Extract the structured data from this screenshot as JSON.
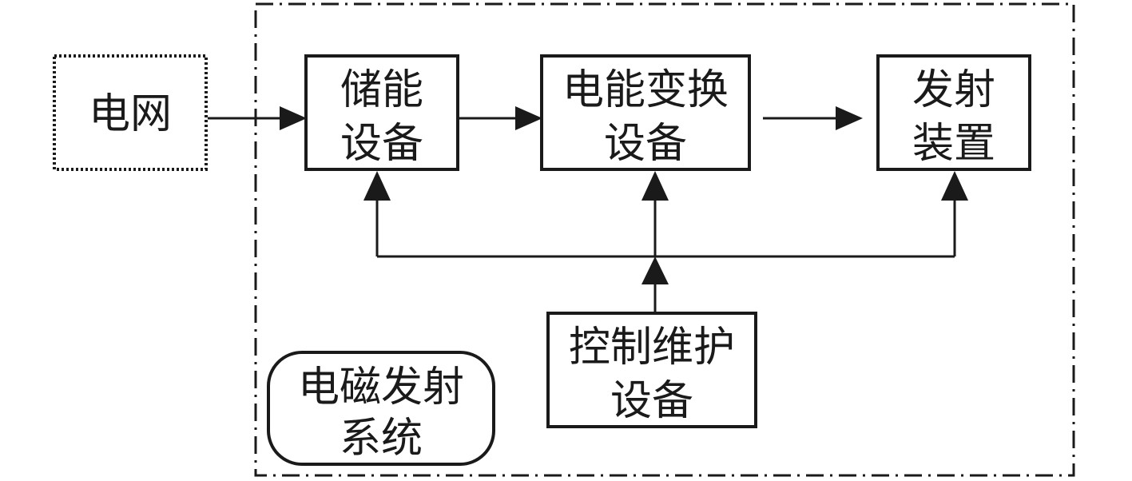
{
  "diagram": {
    "grid": {
      "label": "电网"
    },
    "storage": {
      "line1": "储能",
      "line2": "设备"
    },
    "conversion": {
      "line1": "电能变换",
      "line2": "设备"
    },
    "launcher": {
      "line1": "发射",
      "line2": "装置"
    },
    "control": {
      "line1": "控制维护",
      "line2": "设备"
    },
    "system": {
      "line1": "电磁发射",
      "line2": "系统"
    }
  },
  "colors": {
    "stroke": "#1a1a1a",
    "background": "#ffffff"
  }
}
